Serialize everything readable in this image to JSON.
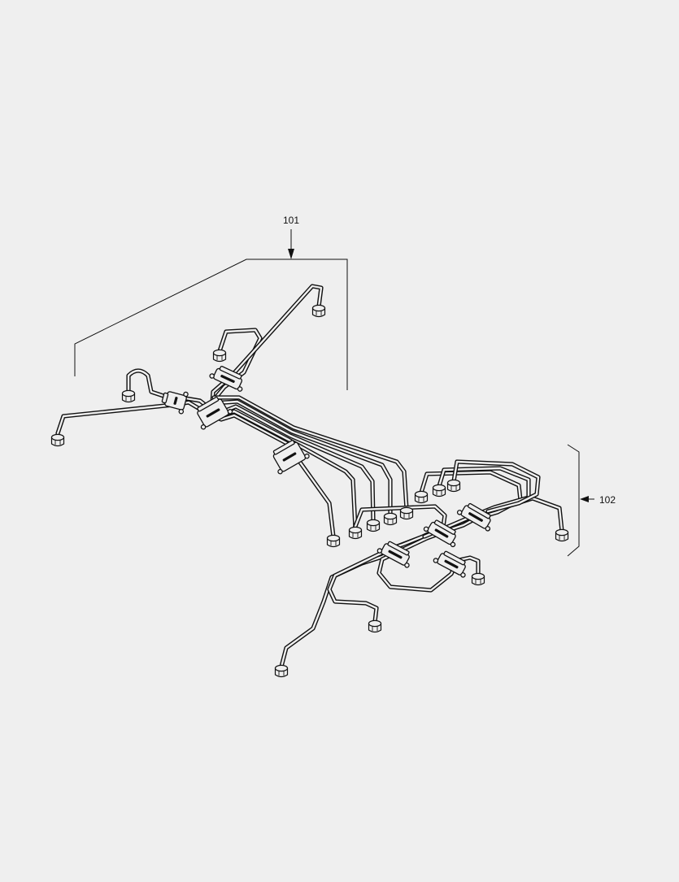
{
  "diagram": {
    "callouts": [
      {
        "id": "callout-101",
        "label": "101"
      },
      {
        "id": "callout-102",
        "label": "102"
      }
    ]
  },
  "colors": {
    "background": "#efefef",
    "line": "#111111"
  }
}
